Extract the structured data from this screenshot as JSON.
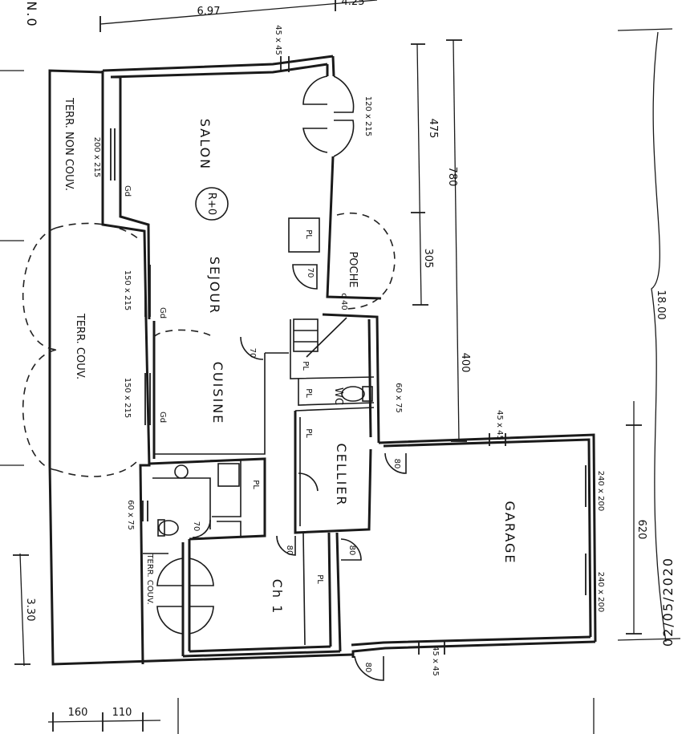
{
  "rooms": {
    "salon": "SALON",
    "sejour": "SEJOUR",
    "cuisine": "CUISINE",
    "cellier": "CELLIER",
    "garage": "GARAGE",
    "chambre": "Ch 1",
    "poche": "POCHE",
    "wc": "WC",
    "terrasse_non_couverte": "TERR. NON COUV.",
    "terrasse_couverte": "TERR. COUV.",
    "terrasse_couverte_small": "TERR. COUV."
  },
  "marks": {
    "circle_mark": "R+0",
    "north_mark": "N.0",
    "date_stamp": "02/05/2020",
    "pl_1": "PL",
    "pl_2": "PL",
    "pl_3": "PL",
    "pl_4": "PL",
    "pl_5": "PL",
    "pl_6": "PL",
    "poche_note": "c 40"
  },
  "openings": {
    "salon_door": "120 x 215",
    "terr_window": "200 x 215",
    "sejour_window_1": "150 x 215",
    "sejour_window_2": "150 x 215",
    "bath_window": "60 x 75",
    "wc_window": "60 x 75",
    "garage_door_1": "240 x 200",
    "garage_door_2": "240 x 200",
    "vent_top": "45 x 45",
    "vent_right": "45 x 45",
    "vent_bottom": "45 x 45",
    "door_70_1": "70",
    "door_70_2": "70",
    "door_70_3": "70",
    "door_80_1": "80",
    "door_80_2": "80",
    "door_80_3": "80",
    "door_80_4": "80",
    "gd_1": "Gd",
    "gd_2": "Gd",
    "gd_3": "Gd"
  },
  "dimensions": {
    "top_width": "6.97",
    "top_partial": "4.25",
    "d475": "475",
    "d780": "780",
    "d305": "305",
    "d400": "400",
    "d1800": "18.00",
    "d620": "620",
    "d330": "3.30",
    "d160": "160",
    "d110": "110"
  }
}
